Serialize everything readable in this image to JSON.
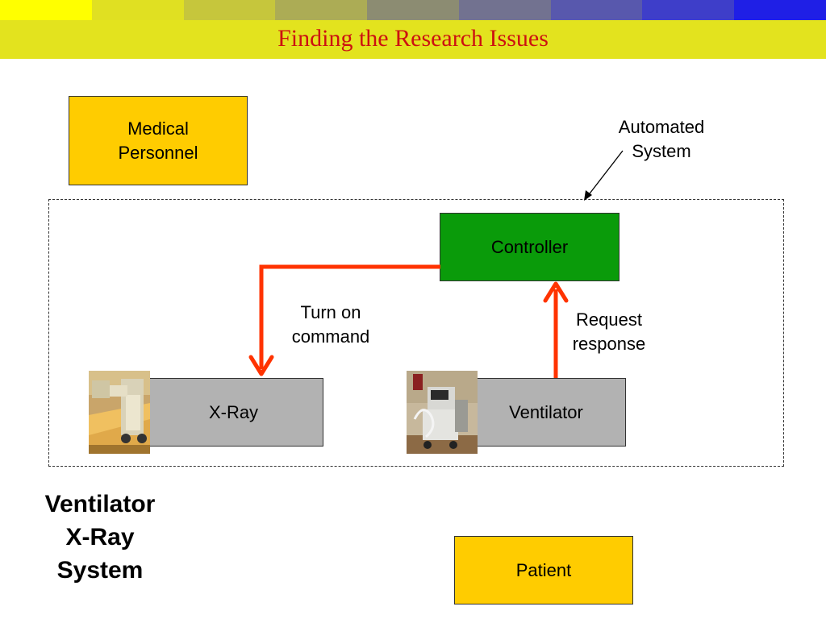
{
  "slide": {
    "title": "Finding the Research Issues",
    "stripe_colors": [
      "#ffff00",
      "#e0e022",
      "#c6c63c",
      "#acac55",
      "#8c8c72",
      "#727290",
      "#5858ad",
      "#3e3ec9",
      "#1f1fe6"
    ]
  },
  "diagram": {
    "medical_personnel": "Medical\nPersonnel",
    "automated_system": "Automated\nSystem",
    "controller": "Controller",
    "turn_on": "Turn on\ncommand",
    "request": "Request\nresponse",
    "xray": "X-Ray",
    "ventilator": "Ventilator",
    "system_title": "Ventilator\nX-Ray\nSystem",
    "patient": "Patient"
  },
  "colors": {
    "arrow": "#ff3300",
    "controller_fill": "#0a9b0a",
    "personnel_fill": "#ffcc00",
    "device_fill": "#b2b2b2"
  }
}
